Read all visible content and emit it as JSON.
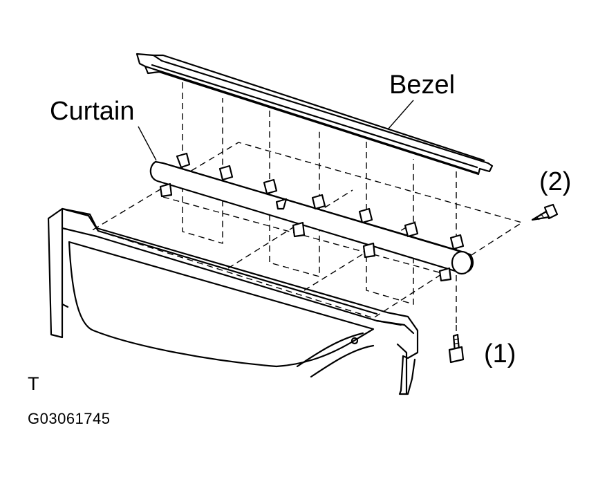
{
  "labels": {
    "bezel": "Bezel",
    "curtain": "Curtain",
    "screw_1": "(1)",
    "screw_2": "(2)",
    "view_mark": "T",
    "figure_code": "G03061745"
  }
}
